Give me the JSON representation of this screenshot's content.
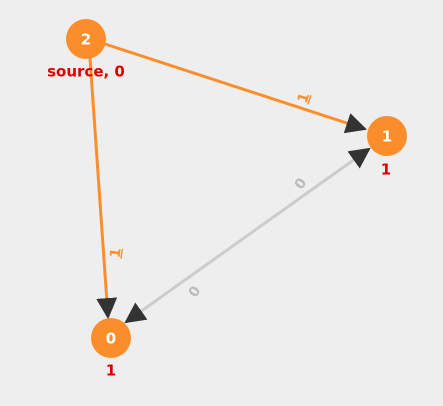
{
  "graph": {
    "colors": {
      "accent": "#fb8e2a",
      "edge_active": "#fb8e2a",
      "edge_inactive": "#cccccc",
      "weight_inactive": "#bbbbbb",
      "distance_text": "#dd0000",
      "node_text": "#ffffff",
      "background": "#efeeee",
      "arrowhead": "#333333"
    },
    "nodes": [
      {
        "id": "2",
        "label": "2",
        "annotation": "source, 0"
      },
      {
        "id": "1",
        "label": "1",
        "annotation": "1"
      },
      {
        "id": "0",
        "label": "0",
        "annotation": "1"
      }
    ],
    "edges": [
      {
        "from": "2",
        "to": "1",
        "weight": "1",
        "state": "active"
      },
      {
        "from": "2",
        "to": "0",
        "weight": "1",
        "state": "active"
      },
      {
        "from": "0",
        "to": "1",
        "weight": "0",
        "state": "inactive"
      },
      {
        "from": "1",
        "to": "0",
        "weight": "0",
        "state": "inactive"
      }
    ]
  }
}
